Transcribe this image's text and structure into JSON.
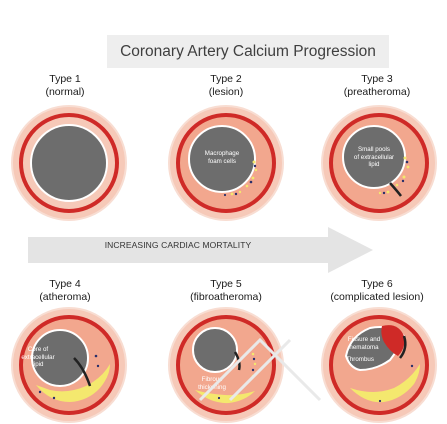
{
  "title": "Coronary Artery Calcium Progression",
  "arrow_label": "INCREASING CARDIAC MORTALITY",
  "stages": [
    {
      "id": "type1",
      "name": "Type 1",
      "desc": "(normal)",
      "plaque_lines": []
    },
    {
      "id": "type2",
      "name": "Type 2",
      "desc": "(lesion)",
      "plaque_lines": [
        "Macrophage",
        "foam cells"
      ]
    },
    {
      "id": "type3",
      "name": "Type 3",
      "desc": "(preatheroma)",
      "plaque_lines": [
        "Small pools",
        "of extracellular",
        "lipid"
      ]
    },
    {
      "id": "type4",
      "name": "Type 4",
      "desc": "(atheroma)",
      "plaque_lines": [
        "Core of",
        "extracellular",
        "lipid"
      ]
    },
    {
      "id": "type5",
      "name": "Type 5",
      "desc": "(fibroatheroma)",
      "plaque_lines": [
        "Fibrous",
        "thickening"
      ]
    },
    {
      "id": "type6",
      "name": "Type 6",
      "desc": "(complicated lesion)",
      "plaque_lines": [
        "Fissure and",
        "hematoma"
      ],
      "extra_line": "Thrombus"
    }
  ],
  "colors": {
    "title_banner": "#eeeeee",
    "outer_ring": "#f6c9b8",
    "red_ring": "#cf2a27",
    "wall": "#f2a78e",
    "lumen": "#6d6d6d",
    "calcium": "#f4e86e",
    "arrow": "#e4e4e4"
  }
}
